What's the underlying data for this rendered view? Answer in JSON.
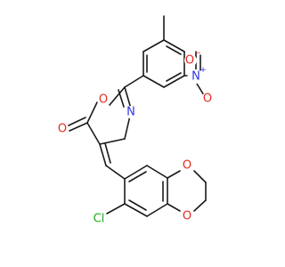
{
  "colors": {
    "bond": "#1a1a1a",
    "oxygen": "#e8291c",
    "nitrogen": "#2b35e8",
    "chlorine": "#1fa81f",
    "carbon": "#1a1a1a"
  },
  "atoms": {
    "o_ring": "O",
    "o_carbonyl": "O",
    "n_ring": "N",
    "n_nitro": "N",
    "n_nitro_charge": "+",
    "o_nitro_top": "O",
    "o_nitro_top_charge": "−",
    "o_nitro_bottom": "O",
    "cl": "Cl",
    "o_dioxole_top": "O",
    "o_dioxole_bottom": "O"
  }
}
